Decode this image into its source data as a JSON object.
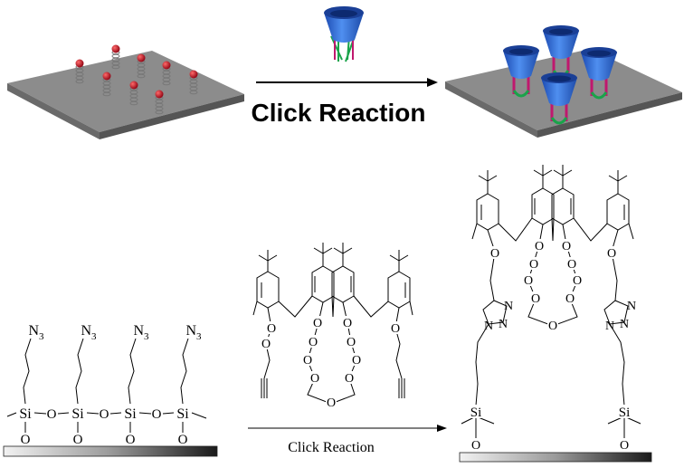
{
  "top_arrow_label": "Click Reaction",
  "bottom_arrow_label": "Click Reaction",
  "surface_atoms": {
    "azide_label": "N",
    "azide_subscript": "3",
    "silicon": "Si",
    "oxygen": "O"
  },
  "calixarene_atoms": {
    "oxygen": "O"
  },
  "product_atoms": {
    "nitrogen": "N",
    "silicon": "Si",
    "oxygen": "O"
  },
  "colors": {
    "surface_gray": "#8a8a8a",
    "cone_blue": "#2f6fd6",
    "pin_red": "#c0101e",
    "linker_green": "#1aa34a",
    "linker_magenta": "#c0186e"
  }
}
